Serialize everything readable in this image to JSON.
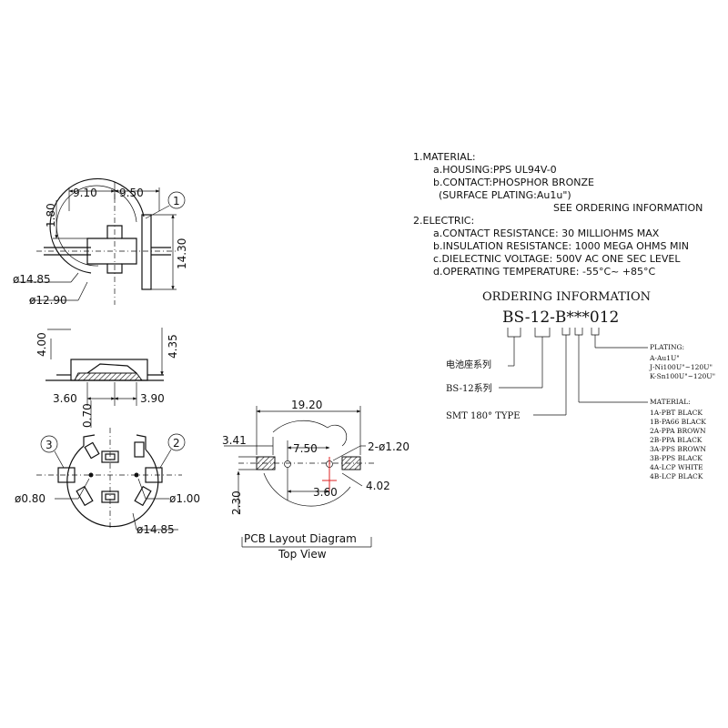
{
  "top_view": {
    "dim_910": "9.10",
    "dim_950": "9.50",
    "dim_180": "1.80",
    "dim_1430": "14.30",
    "dim_1485": "ø14.85",
    "dim_1290": "ø12.90",
    "callout_1": "1"
  },
  "side_view": {
    "dim_400": "4.00",
    "dim_435": "4.35",
    "dim_360": "3.60",
    "dim_390": "3.90",
    "dim_070": "0.70"
  },
  "bottom_view": {
    "callout_3": "3",
    "callout_2": "2",
    "dim_080": "ø0.80",
    "dim_100": "ø1.00",
    "dim_1485": "ø14.85"
  },
  "pcb_layout": {
    "dim_1920": "19.20",
    "dim_341": "3.41",
    "dim_750": "7.50",
    "dim_2x120": "2-ø1.20",
    "dim_230": "2.30",
    "dim_360": "3.60",
    "dim_402": "4.02",
    "title": "PCB Layout Diagram",
    "subtitle": "Top View"
  },
  "specs": {
    "material_heading": "1.MATERIAL:",
    "housing": "a.HOUSING:PPS  UL94V-0",
    "contact": "b.CONTACT:PHOSPHOR  BRONZE",
    "plating": "(SURFACE  PLATING:Au1u\")",
    "see_ordering": "SEE  ORDERING  INFORMATION",
    "electric_heading": "2.ELECTRIC:",
    "contact_resistance": "a.CONTACT  RESISTANCE:  30  MILLIOHMS  MAX",
    "insulation": "b.INSULATION  RESISTANCE:  1000  MEGA  OHMS  MIN",
    "dielectric": "c.DIELECTNIC  VOLTAGE:  500V  AC  ONE  SEC  LEVEL",
    "temperature": "d.OPERATING  TEMPERATURE:  -55°C~  +85°C"
  },
  "ordering": {
    "title": "ORDERING  INFORMATION",
    "part_number": "BS-12-B***012",
    "label_holder": "电池座系列",
    "label_series": "BS-12系列",
    "label_smt": "SMT  180°   TYPE",
    "plating_heading": "PLATING:",
    "plating_a": "A-Au1U\"",
    "plating_j": "J-Ni100U\"~120U\"",
    "plating_k": "K-Sn100U\"~120U\"",
    "material_heading": "MATERIAL:",
    "mat_1a": "1A-PBT  BLACK",
    "mat_1b": "1B-PA66  BLACK",
    "mat_2a": "2A-PPA  BROWN",
    "mat_2b": "2B-PPA  BLACK",
    "mat_3a": "3A-PPS  BROWN",
    "mat_3b": "3B-PPS  BLACK",
    "mat_4a": "4A-LCP  WHITE",
    "mat_4b": "4B-LCP  BLACK"
  }
}
